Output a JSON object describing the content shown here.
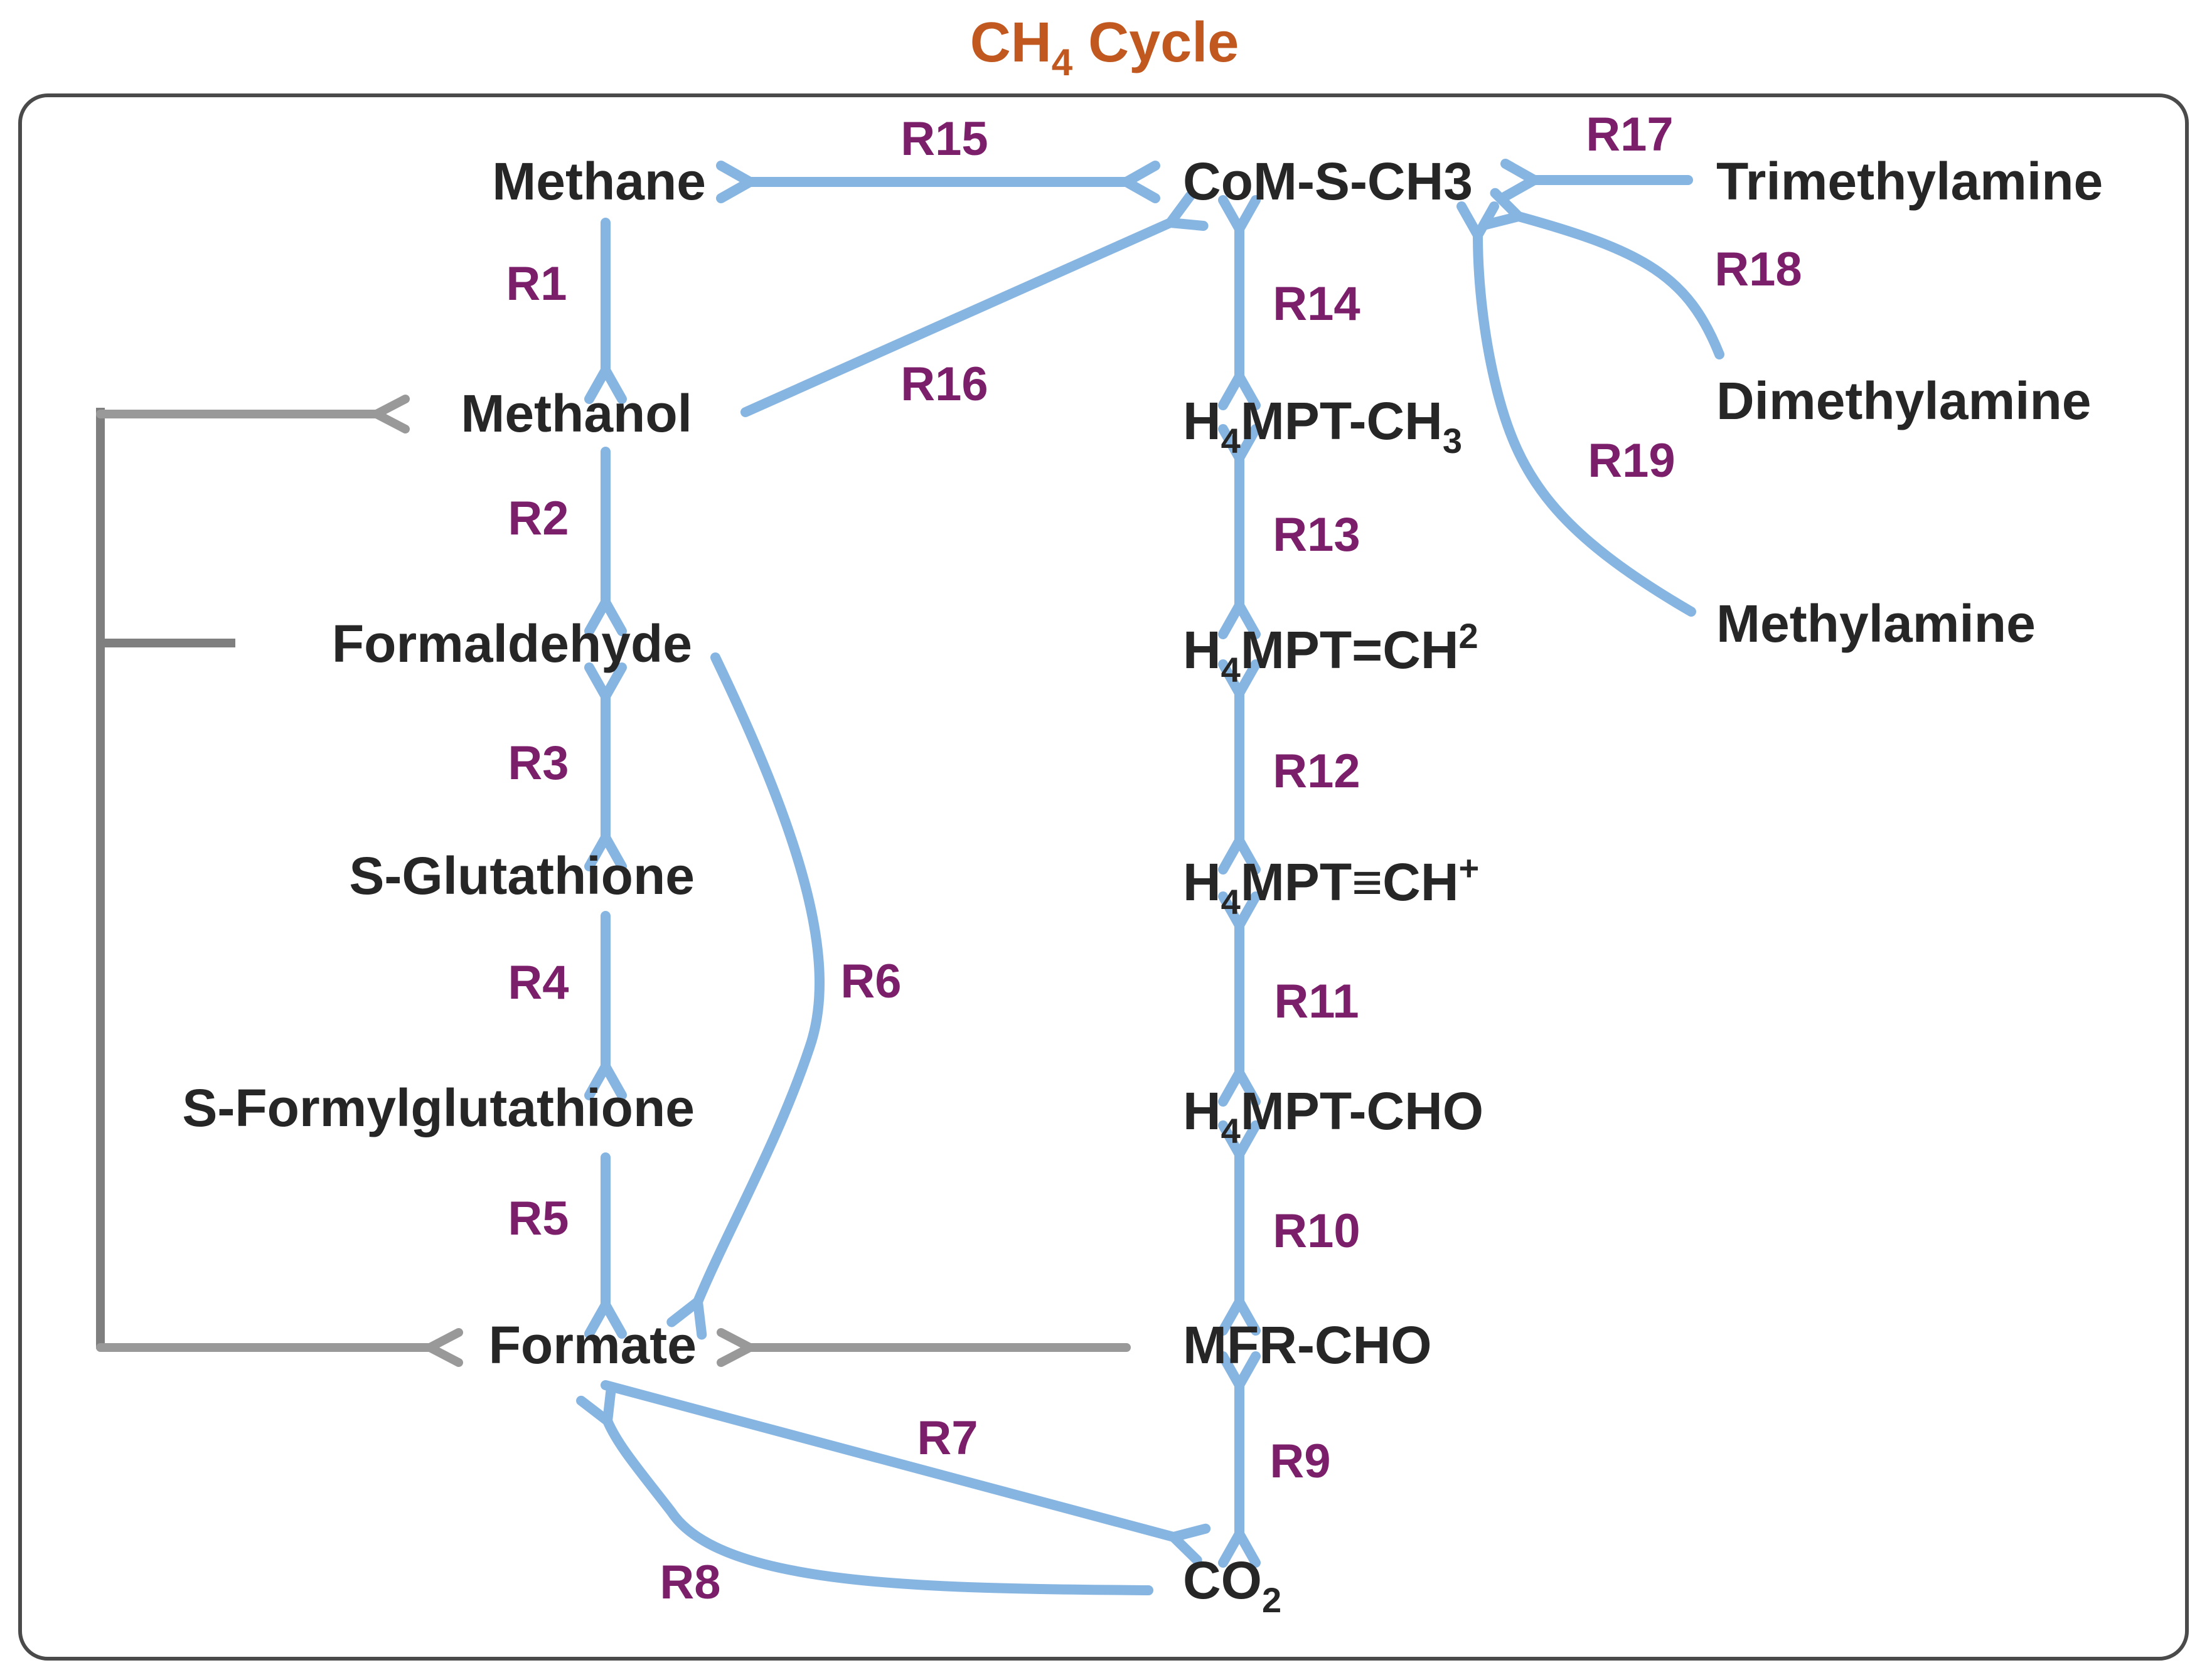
{
  "title": {
    "main": "CH",
    "sub": "4",
    "rest": " Cycle"
  },
  "colors": {
    "arrow_blue": "#87b5e2",
    "arrow_gray": "#999999",
    "node_text": "#262626",
    "reaction_label": "#7b1f6a",
    "title": "#c0581f"
  },
  "nodes": {
    "methane": "Methane",
    "methanol": "Methanol",
    "formaldehyde": "Formaldehyde",
    "s_glutathione": "S-Glutathione",
    "s_formylglutathione": "S-Formylglutathione",
    "formate": "Formate",
    "com_s_ch3": "CoM-S-CH3",
    "trimethylamine": "Trimethylamine",
    "dimethylamine": "Dimethylamine",
    "methylamine": "Methylamine",
    "h4mpt_ch3": {
      "a": "H",
      "s1": "4",
      "b": "MPT-CH",
      "s2": "3"
    },
    "h4mpt_ch2": {
      "a": "H",
      "s1": "4",
      "b": "MPT=CH",
      "sup": "2"
    },
    "h4mpt_ch_plus": {
      "a": "H",
      "s1": "4",
      "b": "MPT≡CH",
      "sup": "+"
    },
    "h4mpt_cho": {
      "a": "H",
      "s1": "4",
      "b": "MPT-CHO"
    },
    "mfr_cho": "MFR-CHO",
    "co2": {
      "a": "CO",
      "s": "2"
    }
  },
  "reactions": {
    "r1": "R1",
    "r2": "R2",
    "r3": "R3",
    "r4": "R4",
    "r5": "R5",
    "r6": "R6",
    "r7": "R7",
    "r8": "R8",
    "r9": "R9",
    "r10": "R10",
    "r11": "R11",
    "r12": "R12",
    "r13": "R13",
    "r14": "R14",
    "r15": "R15",
    "r16": "R16",
    "r17": "R17",
    "r18": "R18",
    "r19": "R19"
  }
}
